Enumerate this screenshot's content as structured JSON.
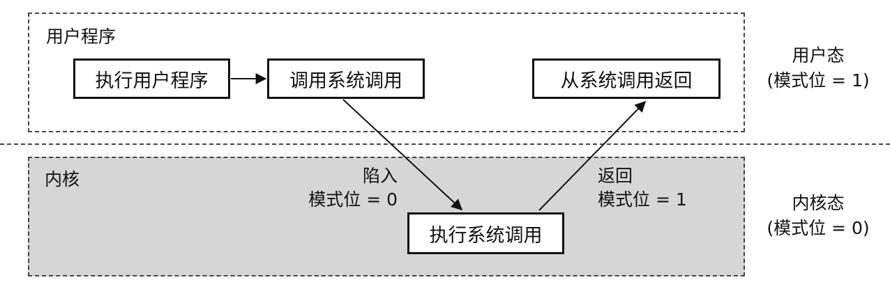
{
  "regions": {
    "user_label": "用户程序",
    "kernel_label": "内核"
  },
  "boxes": {
    "exec_user": "执行用户程序",
    "call_syscall": "调用系统调用",
    "return_syscall": "从系统调用返回",
    "exec_syscall": "执行系统调用"
  },
  "arrows": {
    "trap_line1": "陷入",
    "trap_line2": "模式位 = 0",
    "return_line1": "返回",
    "return_line2": "模式位 = 1"
  },
  "modes": {
    "user_line1": "用户态",
    "user_line2": "(模式位 = 1)",
    "kernel_line1": "内核态",
    "kernel_line2": "(模式位 = 0)"
  },
  "colors": {
    "kernel_background": "#d6d6d6",
    "stroke": "#111111"
  }
}
